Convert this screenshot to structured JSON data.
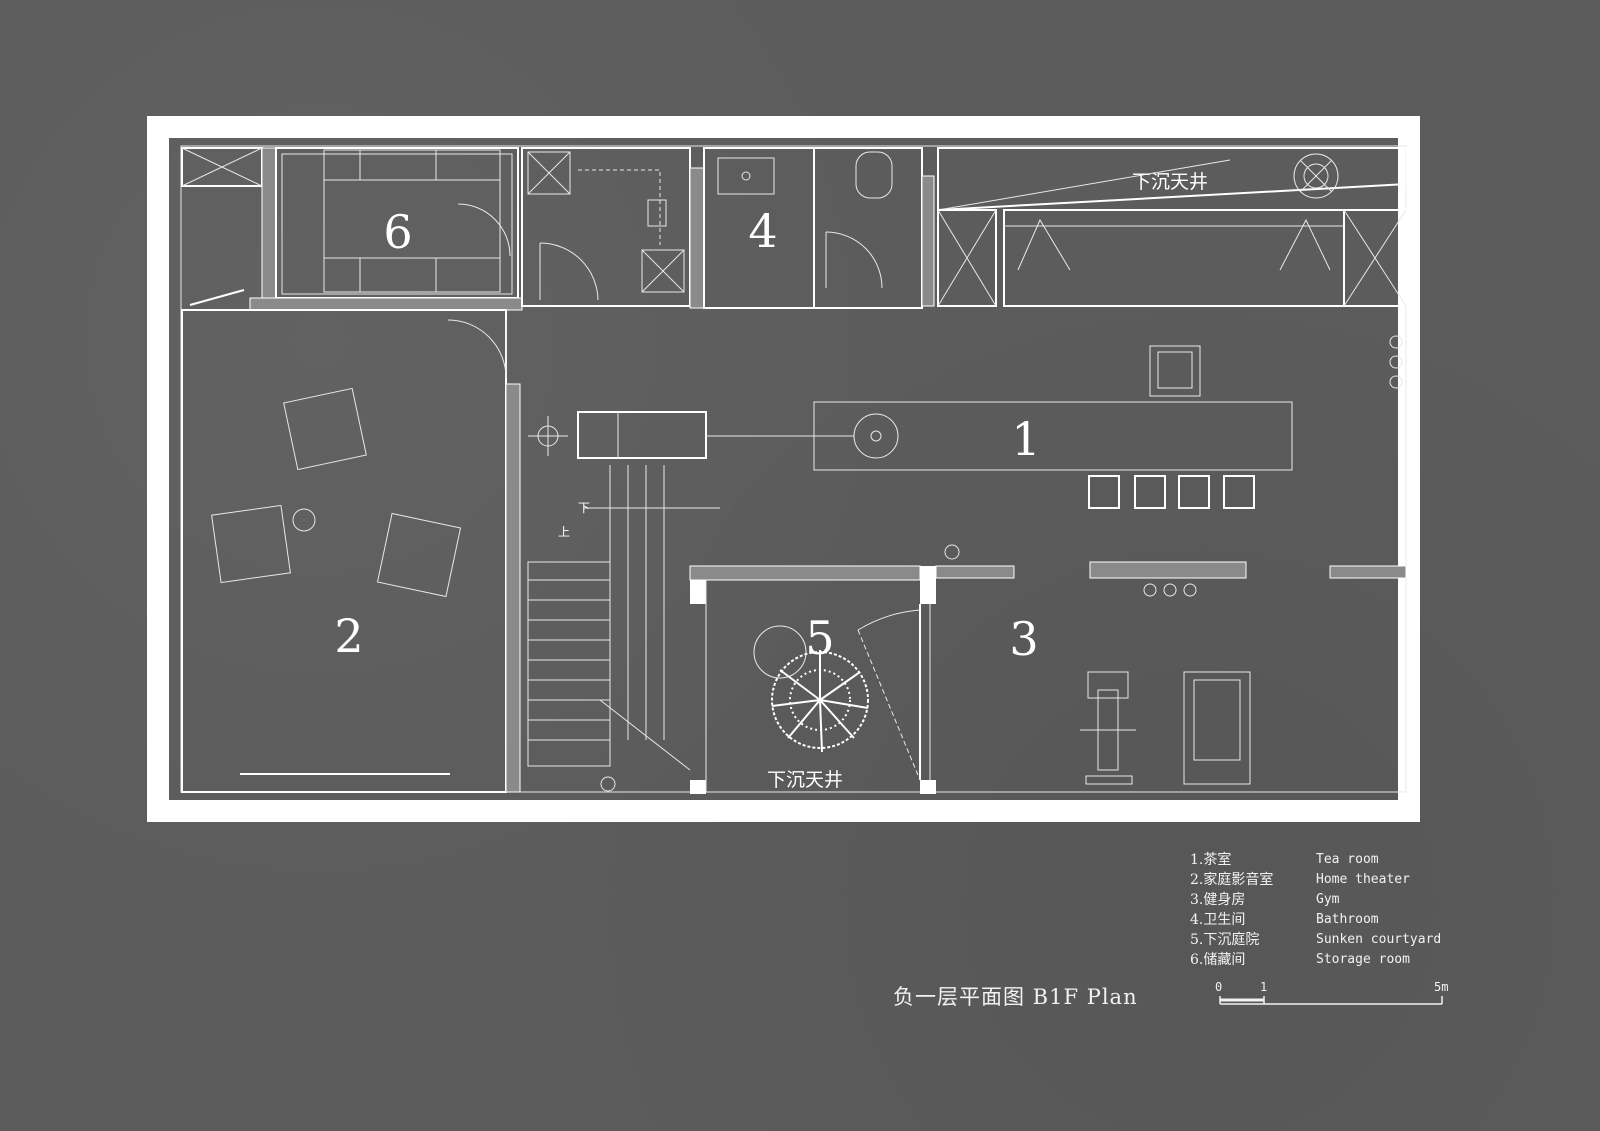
{
  "plan": {
    "title": "负一层平面图 B1F Plan",
    "room_numbers": [
      "1",
      "2",
      "3",
      "4",
      "5",
      "6"
    ],
    "courtyard_label_top": "下沉天井",
    "courtyard_label_bottom": "下沉天井",
    "stair_down": "下",
    "stair_up": "上"
  },
  "legend": [
    {
      "cn": "1.茶室",
      "en": "Tea room"
    },
    {
      "cn": "2.家庭影音室",
      "en": "Home theater"
    },
    {
      "cn": "3.健身房",
      "en": "Gym"
    },
    {
      "cn": "4.卫生间",
      "en": "Bathroom"
    },
    {
      "cn": "5.下沉庭院",
      "en": "Sunken courtyard"
    },
    {
      "cn": "6.储藏间",
      "en": "Storage room"
    }
  ],
  "scale": {
    "t0": "0",
    "t1": "1",
    "t5": "5m"
  },
  "colors": {
    "background": "#5c5c5c",
    "frame": "#ffffff",
    "lines": "#ffffff"
  }
}
